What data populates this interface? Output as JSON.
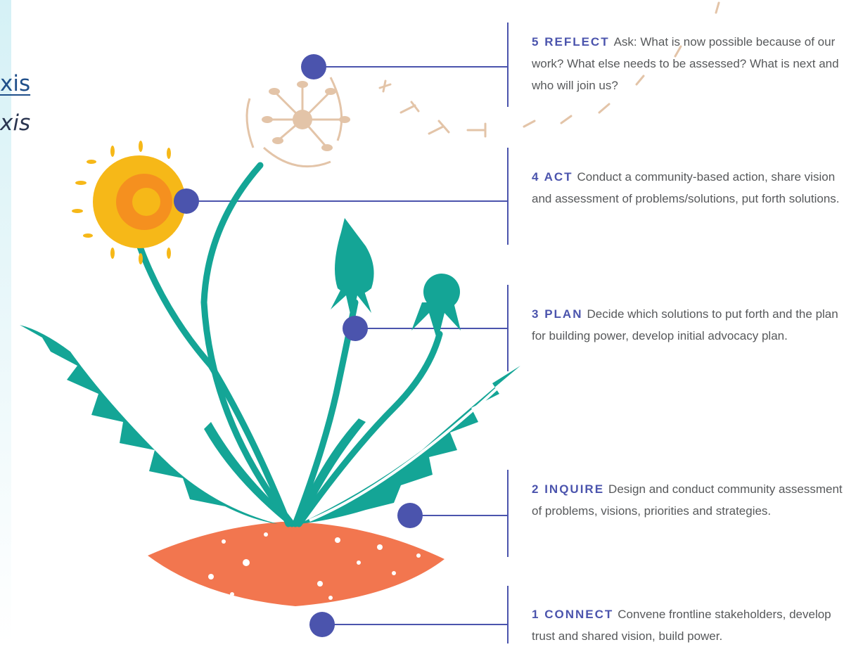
{
  "header": {
    "link_fragment": "xis",
    "italic_fragment": "xis"
  },
  "steps": [
    {
      "number": "5",
      "word": "REFLECT",
      "text": "Ask: What is now possible because of our work? What else needs to be assessed? What is next and who will join us?"
    },
    {
      "number": "4",
      "word": "ACT",
      "text": "Conduct a community-based action, share vision and assessment of problems/solutions, put forth solutions."
    },
    {
      "number": "3",
      "word": "PLAN",
      "text": "Decide which solutions to put forth  and the plan for building power, develop initial advocacy plan."
    },
    {
      "number": "2",
      "word": "INQUIRE",
      "text": "Design and conduct community assessment  of problems, visions, priorities and strategies."
    },
    {
      "number": "1",
      "word": "CONNECT",
      "text": "Convene frontline stakeholders, develop trust and shared vision, build power."
    }
  ],
  "colors": {
    "marker": "#4b54ad",
    "stem": "#14a596",
    "soil": "#f2764f",
    "root": "#e0572f",
    "flower": "#f6b818",
    "seed": "#e3c4a8",
    "text": "#57595b"
  }
}
